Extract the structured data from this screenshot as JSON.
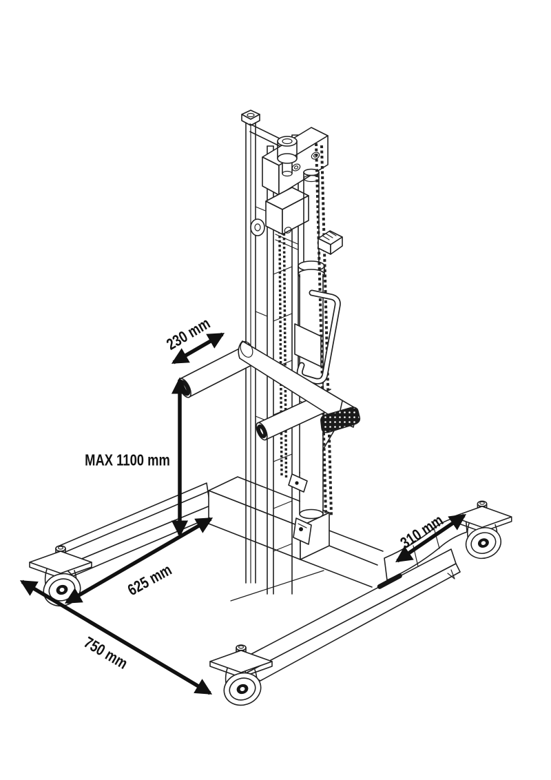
{
  "diagram": {
    "background_color": "#ffffff",
    "line_color": "#1f1f1f",
    "dimension_color": "#111111",
    "dimensions": {
      "roller_length": {
        "label": "230 mm"
      },
      "max_lift_height": {
        "label": "MAX 1100 mm"
      },
      "side_leg_length": {
        "label": "625 mm"
      },
      "base_width": {
        "label": "750 mm"
      },
      "rear_leg_length": {
        "label": "310 mm"
      }
    }
  }
}
